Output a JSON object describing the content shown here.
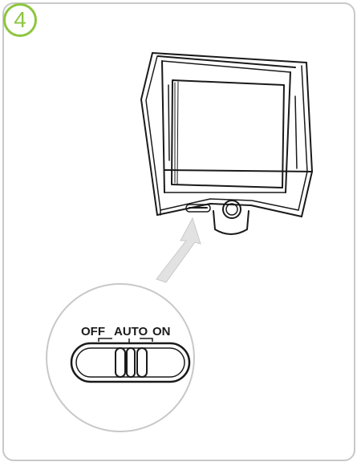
{
  "step": {
    "number": "4",
    "accent_color": "#8cc63f"
  },
  "switch_labels": {
    "off": "OFF",
    "auto": "AUTO",
    "on": "ON"
  },
  "icons": [
    "light-fixture-icon",
    "arrow-up-icon",
    "slide-switch-icon"
  ]
}
